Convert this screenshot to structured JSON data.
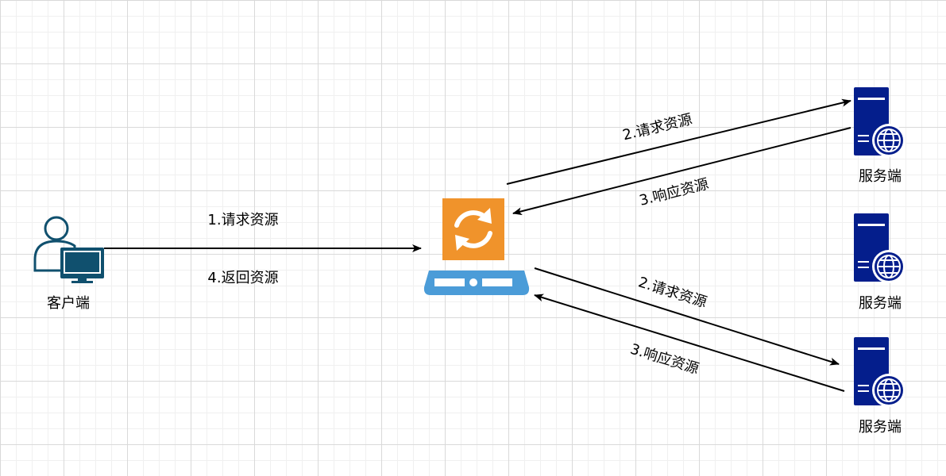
{
  "client": {
    "label": "客户端"
  },
  "proxy": {
    "label": ""
  },
  "servers": [
    {
      "label": "服务端"
    },
    {
      "label": "服务端"
    },
    {
      "label": "服务端"
    }
  ],
  "edges": {
    "client_to_proxy_request": "1.请求资源",
    "proxy_to_client_return": "4.返回资源",
    "proxy_to_server1_request": "2.请求资源",
    "server1_to_proxy_response": "3.响应资源",
    "proxy_to_server3_request": "2.请求资源",
    "server3_to_proxy_response": "3.响应资源"
  },
  "colors": {
    "client_icon": "#10506e",
    "proxy_orange": "#f0932b",
    "proxy_blue": "#4b9cd8",
    "server_navy": "#041e8c",
    "arrow": "#000000"
  }
}
